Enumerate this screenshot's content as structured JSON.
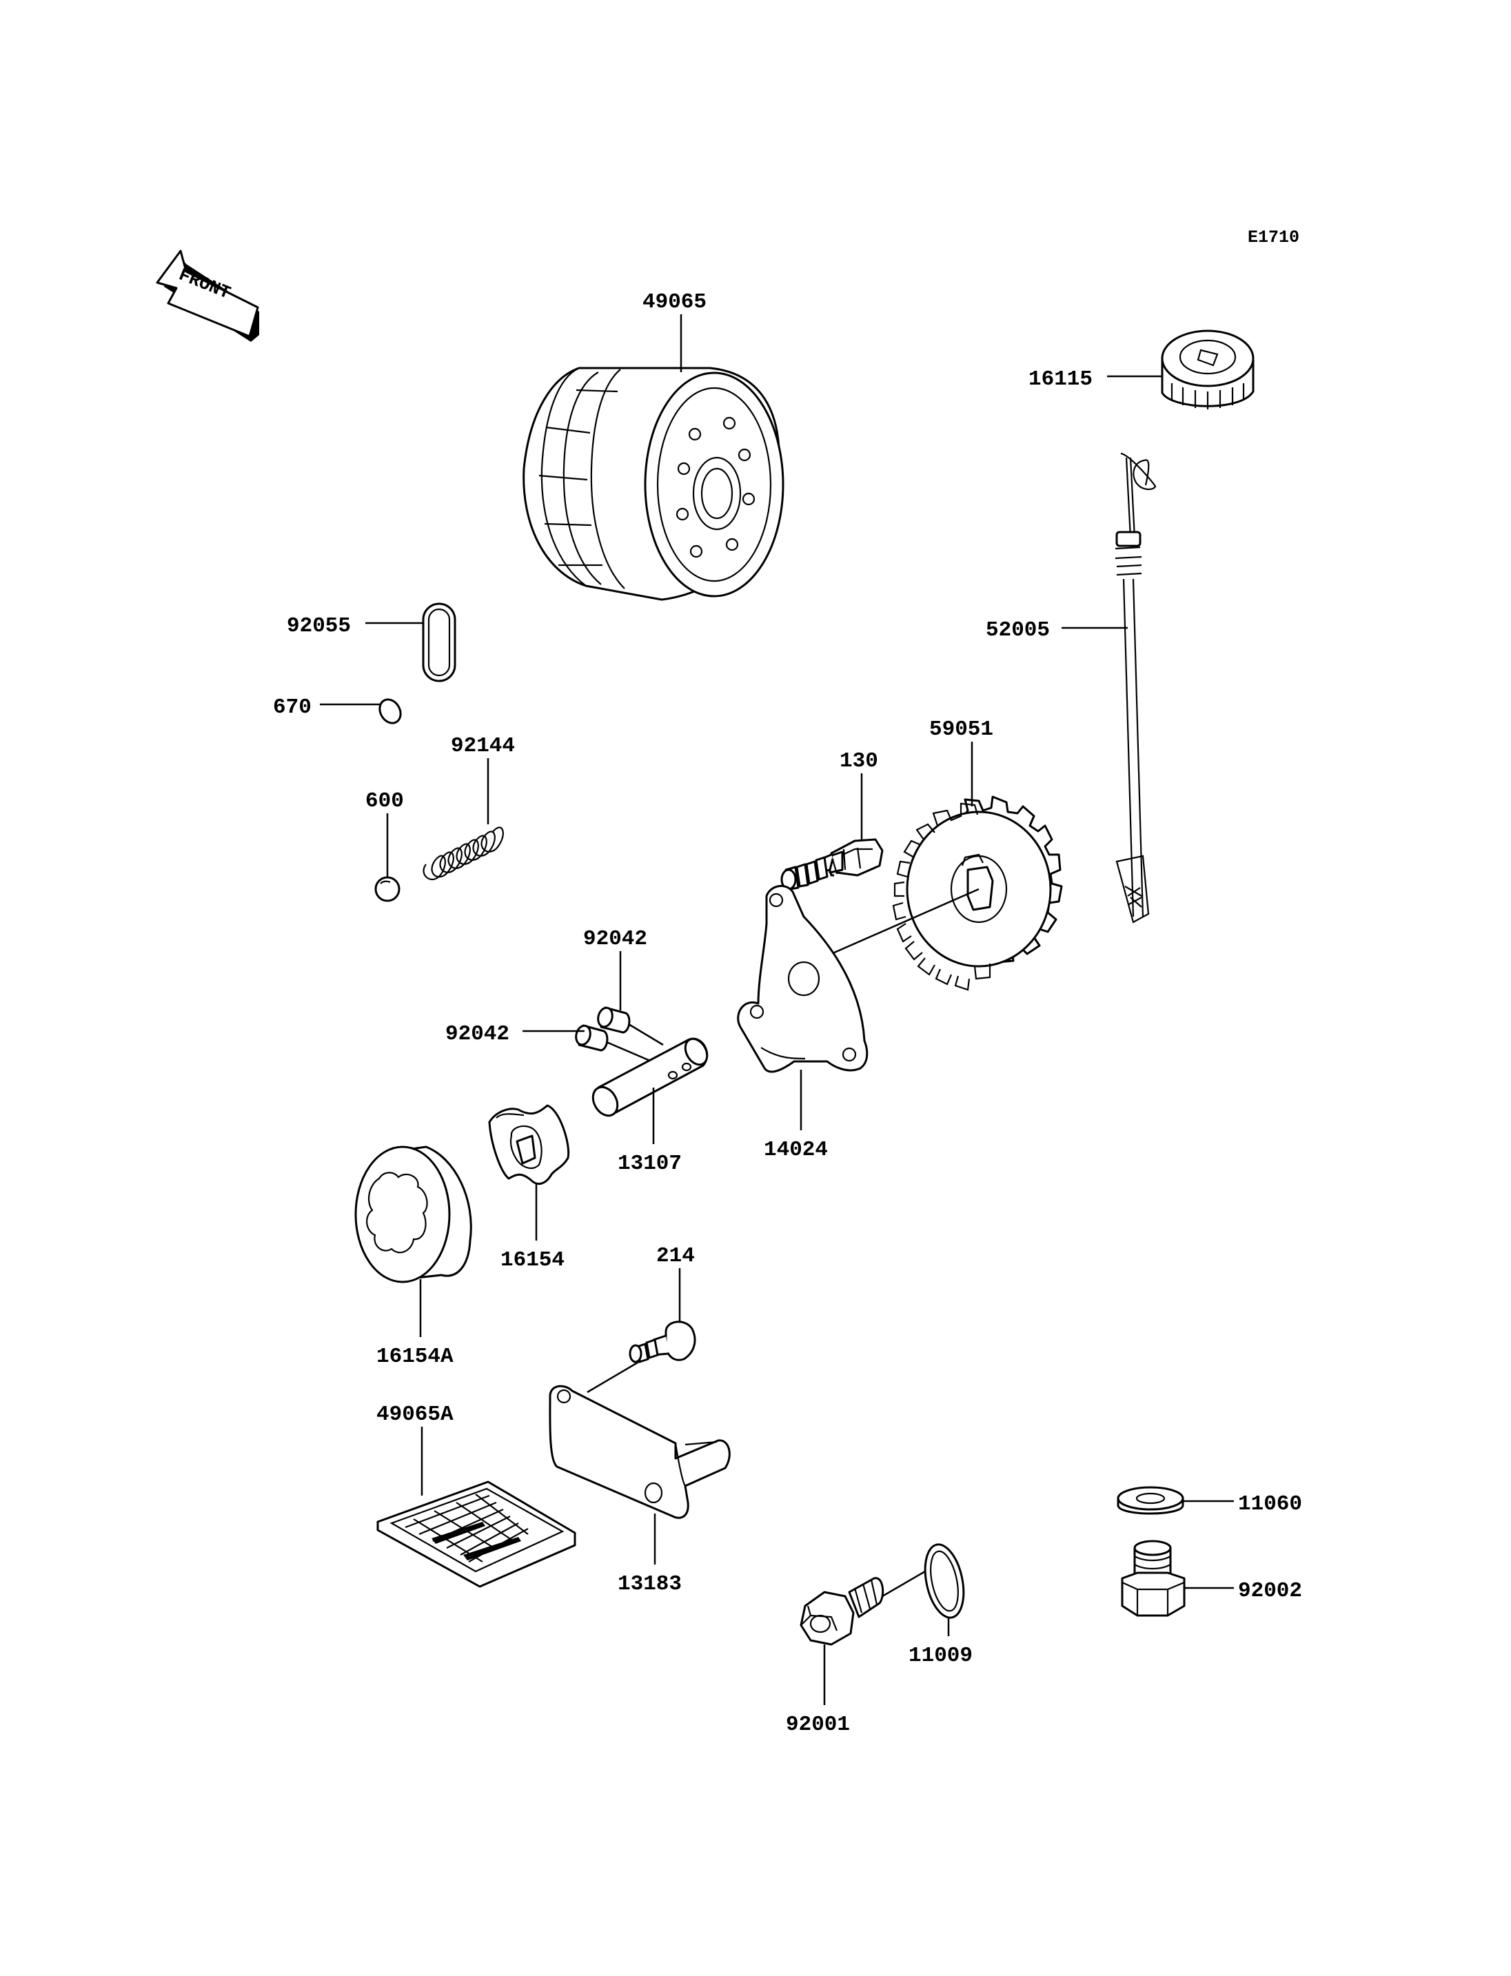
{
  "diagram_code": "E1710",
  "front_label": "FRONT",
  "parts": {
    "oil_filter": "49065",
    "filler_cap": "16115",
    "gasket_oval": "92055",
    "o_ring_small": "670",
    "dipstick": "52005",
    "spring": "92144",
    "ball": "600",
    "gear": "59051",
    "bolt_130": "130",
    "pin_upper": "92042",
    "pin_lower": "92042",
    "shaft": "13107",
    "cover": "14024",
    "inner_rotor": "16154",
    "outer_rotor": "16154A",
    "screw_214": "214",
    "strainer": "49065A",
    "pipe": "13183",
    "washer_top": "11060",
    "drain_plug_right": "92002",
    "gasket_ring": "11009",
    "drain_bolt": "92001"
  }
}
